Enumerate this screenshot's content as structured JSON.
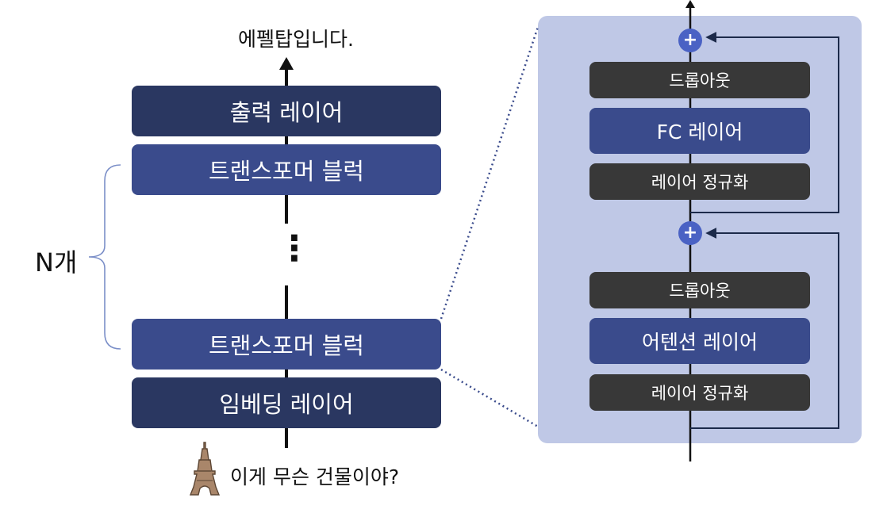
{
  "left_stack": {
    "output_text": "에펠탑입니다.",
    "output_layer": "출력 레이어",
    "transformer_block_top": "트랜스포머 블럭",
    "transformer_block_bottom": "트랜스포머 블럭",
    "embedding_layer": "임베딩 레이어",
    "input_text": "이게 무슨 건물이야?",
    "repeat_label": "N개",
    "ellipsis": "⋮"
  },
  "detail": {
    "upper": {
      "dropout": "드롭아웃",
      "fc_layer": "FC 레이어",
      "layer_norm": "레이어 정규화"
    },
    "lower": {
      "dropout": "드롭아웃",
      "attention_layer": "어텐션 레이어",
      "layer_norm": "레이어 정규화"
    },
    "plus_symbol": "+"
  },
  "colors": {
    "dark_box": "#2a3761",
    "blue_box": "#3a4b8c",
    "charcoal_box": "#383838",
    "panel": "#bfc8e6",
    "plus": "#4a62c4"
  },
  "icons": [
    "eiffel-tower-icon",
    "bracket-icon"
  ]
}
